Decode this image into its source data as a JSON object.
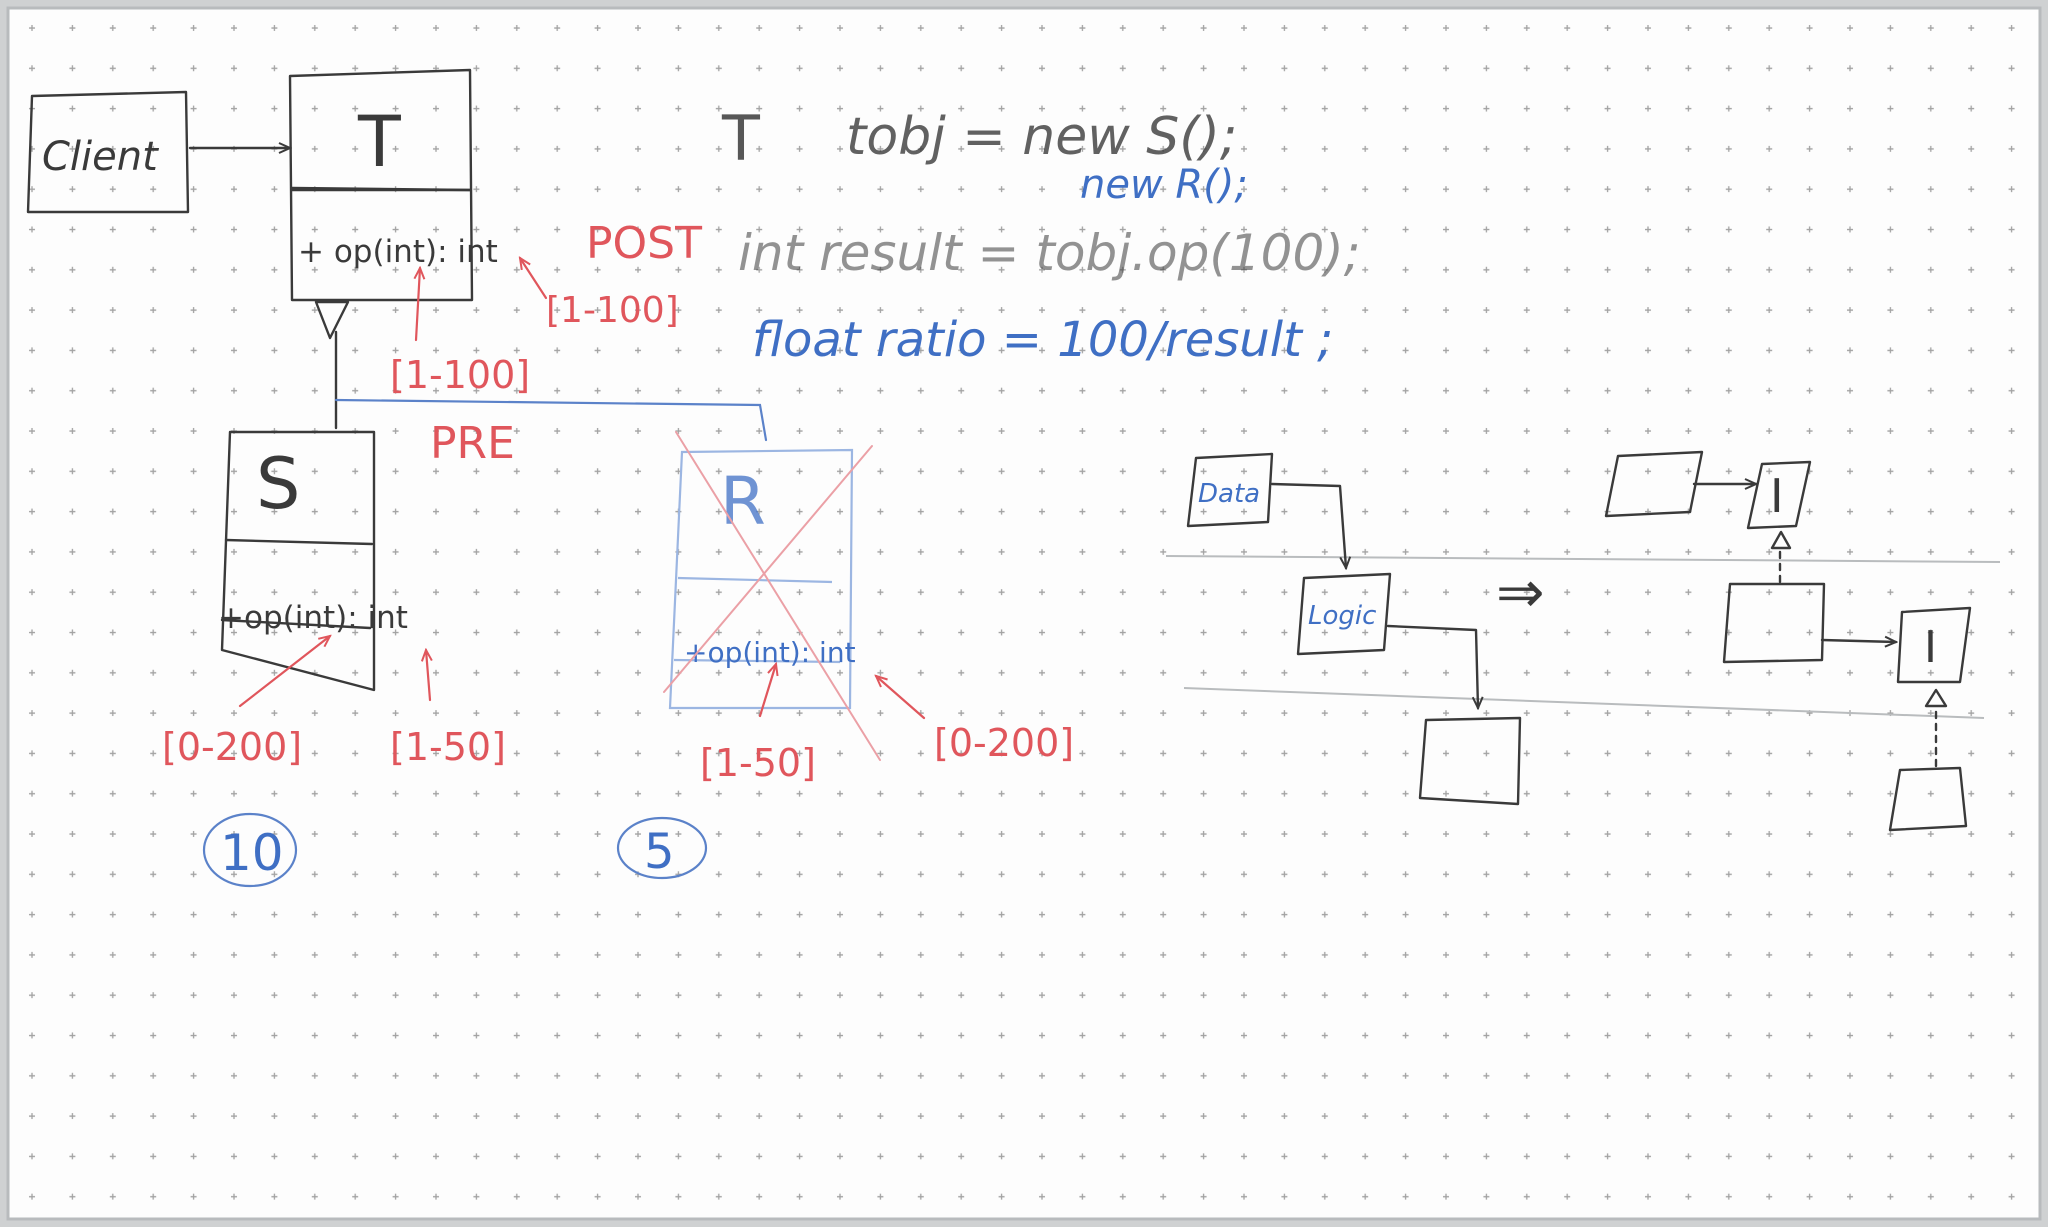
{
  "colors": {
    "board": "#fdfdfd",
    "frame": "#cfd1d2",
    "grid_dot": "#9a9a9a",
    "black_ink": "#3a3a3a",
    "red_ink": "#e0565c",
    "blue_ink": "#3f6fc4",
    "crossed_box": "#9cb6e2"
  },
  "uml": {
    "client": "Client",
    "class_t": {
      "name": "T",
      "operation": "+ op(int): int"
    },
    "class_s": {
      "name": "S",
      "operation": "+op(int): int"
    },
    "class_r": {
      "name": "R",
      "operation": "+op(int): int"
    },
    "pre_label": "PRE",
    "post_label": "POST",
    "t_precondition": "[1-100]",
    "t_postcondition": "[1-100]",
    "s_precondition": "[0-200]",
    "s_postcondition": "[1-50]",
    "r_precondition": "[1-50]",
    "r_postcondition": "[0-200]",
    "s_score": "10",
    "r_score": "5"
  },
  "code": {
    "line1_type": "T",
    "line1": "tobj = new S();",
    "line1b": "new R();",
    "line2": "int result = tobj.op(100);",
    "line3": "float ratio = 100/result ;"
  },
  "layers": {
    "top_box": "Data",
    "middle_box": "Logic",
    "implies": "⇒",
    "interface_label": "I"
  }
}
